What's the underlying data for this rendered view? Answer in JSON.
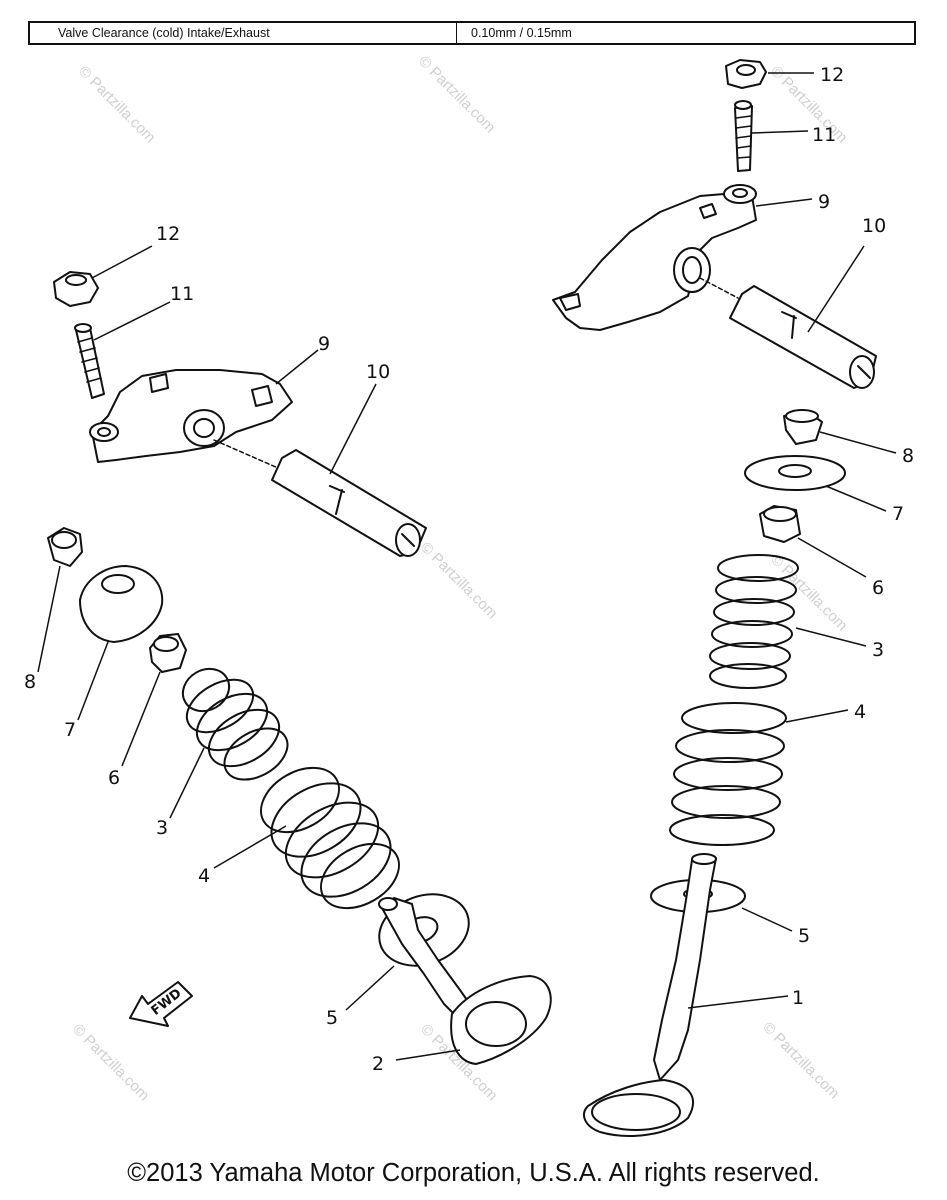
{
  "spec_table": {
    "label": "Valve Clearance (cold) Intake/Exhaust",
    "value": "0.10mm / 0.15mm"
  },
  "callouts": {
    "c1": "1",
    "c2": "2",
    "c3_left": "3",
    "c3_right": "3",
    "c4_left": "4",
    "c4_right": "4",
    "c5_left": "5",
    "c5_right": "5",
    "c6_left": "6",
    "c6_right": "6",
    "c7_left": "7",
    "c7_right": "7",
    "c8_left": "8",
    "c8_right": "8",
    "c9_left": "9",
    "c9_right": "9",
    "c10_left": "10",
    "c10_right": "10",
    "c11_left": "11",
    "c11_right": "11",
    "c12_left": "12",
    "c12_right": "12"
  },
  "fwd_label": "FWD",
  "watermark": "© Partzilla.com",
  "copyright": "©2013 Yamaha Motor Corporation, U.S.A. All rights reserved."
}
